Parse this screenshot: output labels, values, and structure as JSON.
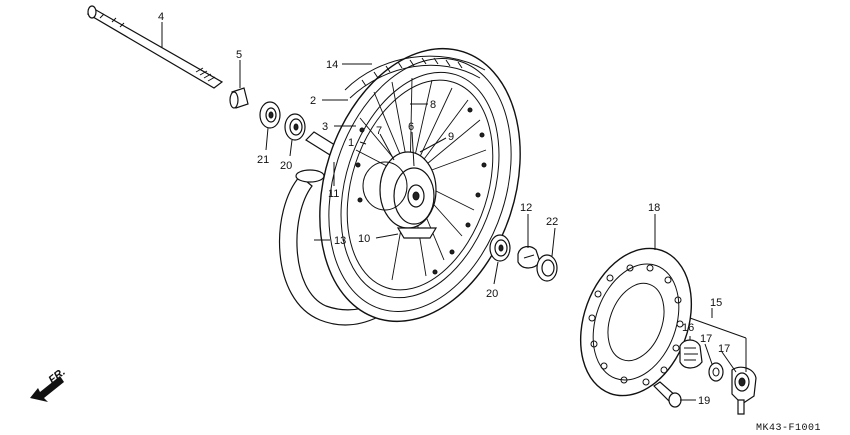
{
  "diagram": {
    "callouts": [
      {
        "id": "c4",
        "label": "4"
      },
      {
        "id": "c5",
        "label": "5"
      },
      {
        "id": "c14",
        "label": "14"
      },
      {
        "id": "c2",
        "label": "2"
      },
      {
        "id": "c3",
        "label": "3"
      },
      {
        "id": "c8",
        "label": "8"
      },
      {
        "id": "c7",
        "label": "7"
      },
      {
        "id": "c6",
        "label": "6"
      },
      {
        "id": "c9",
        "label": "9"
      },
      {
        "id": "c1",
        "label": "1"
      },
      {
        "id": "c21",
        "label": "21"
      },
      {
        "id": "c20a",
        "label": "20"
      },
      {
        "id": "c11",
        "label": "11"
      },
      {
        "id": "c13",
        "label": "13"
      },
      {
        "id": "c10",
        "label": "10"
      },
      {
        "id": "c12",
        "label": "12"
      },
      {
        "id": "c22",
        "label": "22"
      },
      {
        "id": "c20b",
        "label": "20"
      },
      {
        "id": "c18",
        "label": "18"
      },
      {
        "id": "c15",
        "label": "15"
      },
      {
        "id": "c16",
        "label": "16"
      },
      {
        "id": "c17a",
        "label": "17"
      },
      {
        "id": "c17b",
        "label": "17"
      },
      {
        "id": "c19",
        "label": "19"
      }
    ],
    "front_marker": "FR.",
    "drawing_code": "MK43-F1001"
  }
}
